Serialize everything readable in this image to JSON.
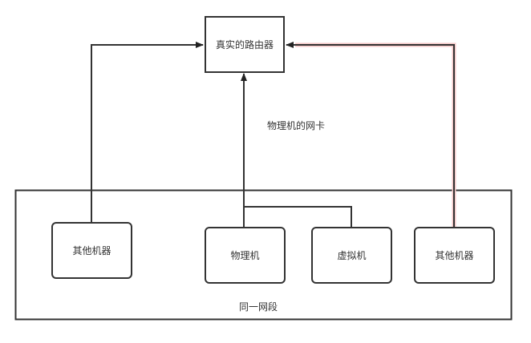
{
  "diagram": {
    "router": {
      "label": "真实的路由器"
    },
    "nic_label": "物理机的网卡",
    "segment": {
      "label": "同一网段"
    },
    "nodes": [
      {
        "id": "other-left",
        "label": "其他机器"
      },
      {
        "id": "physical",
        "label": "物理机"
      },
      {
        "id": "vm",
        "label": "虚拟机"
      },
      {
        "id": "other-right",
        "label": "其他机器"
      }
    ],
    "edges": [
      {
        "from": "其他机器 (左)",
        "to": "真实的路由器"
      },
      {
        "from": "物理机",
        "to": "真实的路由器",
        "label": "物理机的网卡"
      },
      {
        "from": "虚拟机",
        "to": "物理机",
        "note": "通过物理机网卡连接"
      },
      {
        "from": "其他机器 (右)",
        "to": "真实的路由器",
        "highlighted": true
      }
    ],
    "colors": {
      "stroke": "#333333",
      "highlight_edge": "#f4c7c7"
    }
  }
}
